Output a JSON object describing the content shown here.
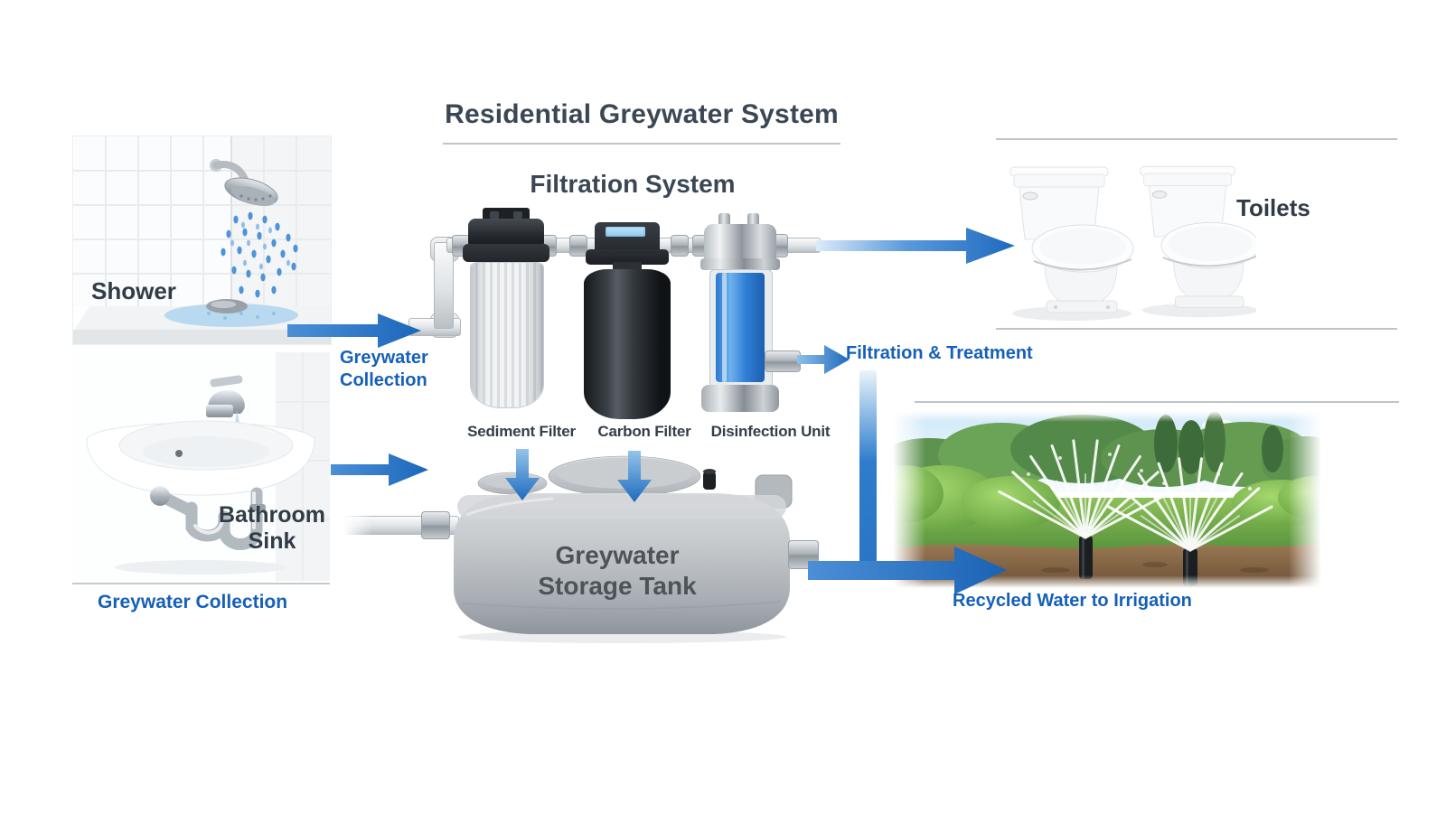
{
  "title": "Residential Greywater System",
  "subtitle": "Filtration System",
  "collection": {
    "shower_label": "Shower",
    "sink_label": "Bathroom\nSink",
    "caption": "Greywater Collection",
    "flow_label": "Greywater\nCollection"
  },
  "filtration": {
    "units": [
      {
        "label": "Sediment Filter"
      },
      {
        "label": "Carbon Filter"
      },
      {
        "label": "Disinfection Unit"
      }
    ],
    "stage_label": "Filtration & Treatment"
  },
  "storage": {
    "tank_label": "Greywater\nStorage Tank"
  },
  "reuse": {
    "toilets_label": "Toilets",
    "irrigation_label": "Recycled Water to Irrigation"
  },
  "colors": {
    "accent_blue_text": "#1560b8",
    "arrow_blue": "#2b76c8",
    "dark_text": "#3b4754",
    "divider_grey": "#c0c4c8",
    "tank_grey": "#b7bbc0"
  }
}
